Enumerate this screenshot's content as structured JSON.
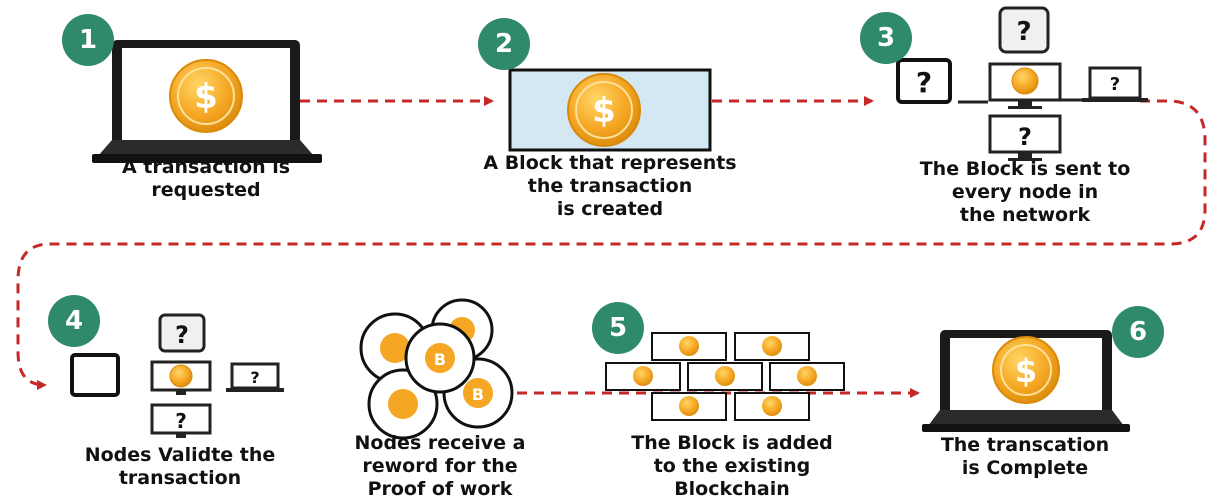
{
  "steps": [
    {
      "number": "1",
      "caption": [
        "A transaction is",
        "requested"
      ]
    },
    {
      "number": "2",
      "caption": [
        "A Block that represents",
        "the transaction",
        "is created"
      ]
    },
    {
      "number": "3",
      "caption": [
        "The Block is sent to",
        "every node in",
        "the network"
      ]
    },
    {
      "number": "4",
      "caption": [
        "Nodes Validte the",
        "transaction"
      ]
    },
    {
      "number": "5",
      "caption": [
        "The Block is added",
        "to the existing",
        "Blockchain"
      ]
    },
    {
      "number": "6",
      "caption": [
        "The transcation",
        "is Complete"
      ]
    }
  ],
  "reward": {
    "caption": [
      "Nodes receive a",
      "reword for the",
      "Proof of work"
    ]
  },
  "symbols": {
    "currency": "$",
    "unknown": "?",
    "bitcoin": "B"
  },
  "colors": {
    "badge": "#2f8a6c",
    "arrow": "#c62828",
    "coin": "#f5a623",
    "coin_edge": "#d98a0b",
    "block_fill": "#d4e8f3",
    "screen": "#1a1a1a"
  },
  "icons": [
    "laptop-icon",
    "dollar-coin-icon",
    "block-icon",
    "tablet-icon",
    "monitor-icon",
    "phone-icon",
    "question-mark-icon",
    "bitcoin-coin-icon",
    "blockchain-icon"
  ]
}
